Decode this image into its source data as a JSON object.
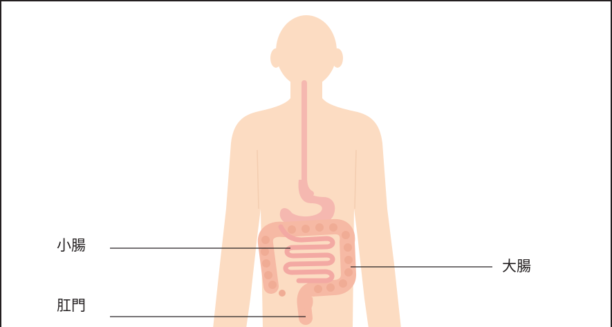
{
  "labels": {
    "small_intestine": "小腸",
    "large_intestine": "大腸",
    "anus": "肛門"
  },
  "colors": {
    "frame": "#231f20",
    "body": "#fcdcc2",
    "esophagus_stomach": "#f5b8b0",
    "small_intestine": "#f3a9a3",
    "large_intestine": "#f6b9a4",
    "leader_line": "#231f20"
  }
}
